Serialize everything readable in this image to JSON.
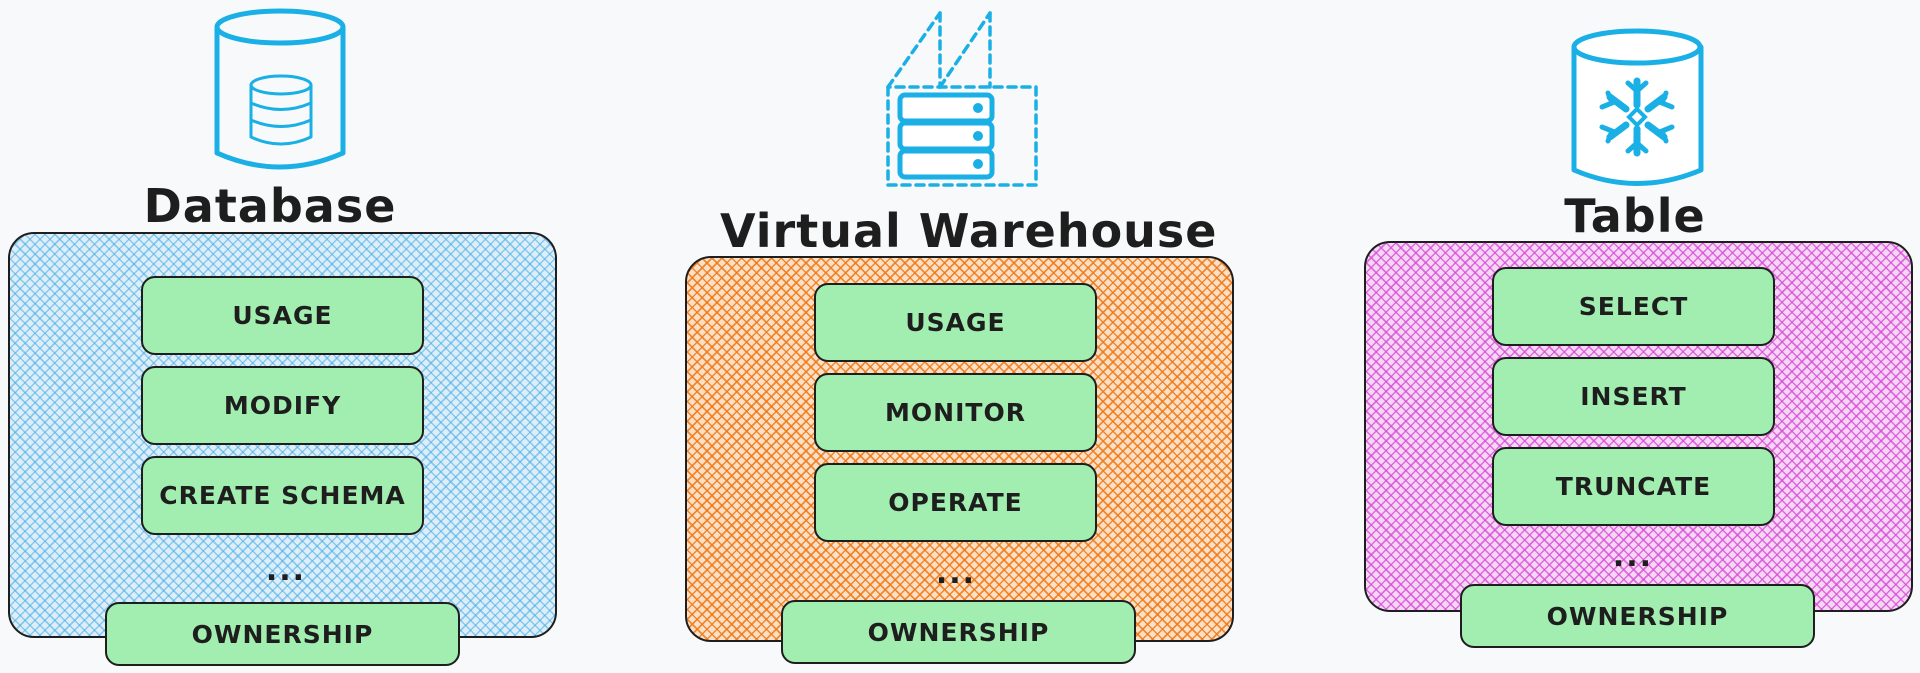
{
  "colors": {
    "icon_stroke": "#1ab0e6",
    "panel_database": "#40aae6",
    "panel_warehouse": "#f07814",
    "panel_table": "#d746d7",
    "privilege_fill": "#a2eeb0",
    "outline": "#1e1e1e"
  },
  "objects": [
    {
      "heading": "Database",
      "icon": "database-cylinder-icon",
      "privileges": [
        "USAGE",
        "MODIFY",
        "CREATE SCHEMA"
      ],
      "ellipsis": "...",
      "ownership": "OWNERSHIP"
    },
    {
      "heading": "Virtual Warehouse",
      "icon": "warehouse-server-icon",
      "privileges": [
        "USAGE",
        "MONITOR",
        "OPERATE"
      ],
      "ellipsis": "...",
      "ownership": "OWNERSHIP"
    },
    {
      "heading": "Table",
      "icon": "snowflake-table-icon",
      "privileges": [
        "SELECT",
        "INSERT",
        "TRUNCATE"
      ],
      "ellipsis": "...",
      "ownership": "OWNERSHIP"
    }
  ]
}
